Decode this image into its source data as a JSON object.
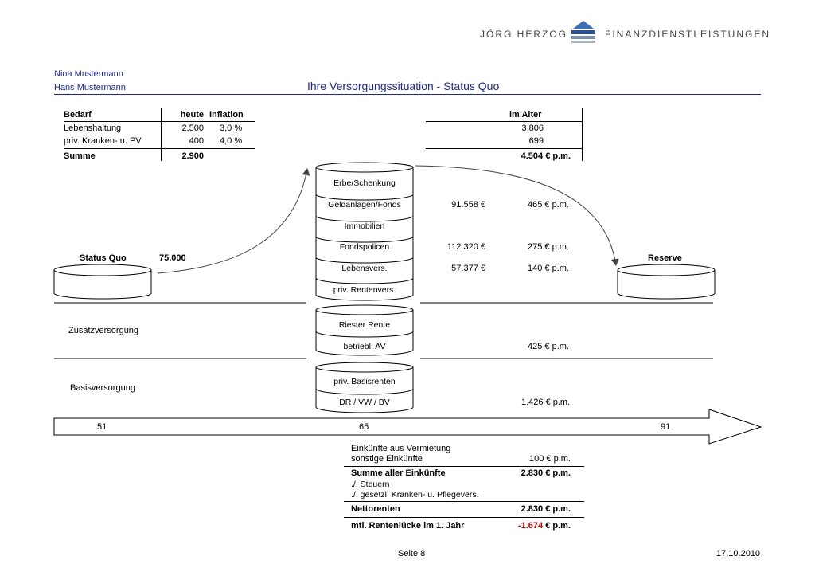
{
  "header": {
    "brand_left": "JÖRG HERZOG",
    "brand_right": "FINANZDIENSTLEISTUNGEN",
    "client1": "Nina Mustermann",
    "client2": "Hans Mustermann",
    "title": "Ihre Versorgungssituation - Status Quo"
  },
  "bedarf": {
    "col_label": "Bedarf",
    "col_heute": "heute",
    "col_inflation": "Inflation",
    "col_alter": "im Alter",
    "rows": [
      {
        "label": "Lebenshaltung",
        "heute": "2.500",
        "inflation": "3,0 %",
        "alter": "3.806"
      },
      {
        "label": "priv. Kranken- u. PV",
        "heute": "400",
        "inflation": "4,0 %",
        "alter": "699"
      }
    ],
    "sum_label": "Summe",
    "sum_heute": "2.900",
    "sum_alter": "4.504 € p.m."
  },
  "status": {
    "label": "Status Quo",
    "value": "75.000",
    "reserve_label": "Reserve"
  },
  "stack1": {
    "items": [
      "Erbe/Schenkung",
      "Geldanlagen/Fonds",
      "Immobilien",
      "Fondspolicen",
      "Lebensvers.",
      "priv. Rentenvers."
    ]
  },
  "amounts": {
    "geld_kapital": "91.558 €",
    "geld_rente": "465 € p.m.",
    "fonds_kapital": "112.320 €",
    "fonds_rente": "275 € p.m.",
    "leben_kapital": "57.377 €",
    "leben_rente": "140 € p.m.",
    "zusatz_rente": "425 € p.m.",
    "basis_rente": "1.426 € p.m."
  },
  "stack2": {
    "label": "Zusatzversorgung",
    "items": [
      "Riester Rente",
      "betriebl. AV"
    ]
  },
  "stack3": {
    "label": "Basisversorgung",
    "items": [
      "priv. Basisrenten",
      "DR / VW / BV"
    ]
  },
  "timeline": {
    "age_start": "51",
    "age_retire": "65",
    "age_end": "91"
  },
  "summary": {
    "einkuenfte_vermietung": "Einkünfte aus Vermietung",
    "sonstige": "sonstige Einkünfte",
    "sonstige_value": "100 € p.m.",
    "summe_label": "Summe aller Einkünfte",
    "summe_value": "2.830 € p.m.",
    "steuern": "./. Steuern",
    "kv": "./. gesetzl. Kranken- u. Pflegevers.",
    "netto_label": "Nettorenten",
    "netto_value": "2.830 € p.m.",
    "luecke_label": "mtl. Rentenlücke im 1. Jahr",
    "luecke_value_num": "-1.674",
    "luecke_value_unit": " € p.m."
  },
  "footer": {
    "page": "Seite 8",
    "date": "17.10.2010"
  },
  "colors": {
    "title_blue": "#1f2a8a",
    "logo_blue": "#2e4f8f",
    "deficit_red": "#c00000"
  }
}
